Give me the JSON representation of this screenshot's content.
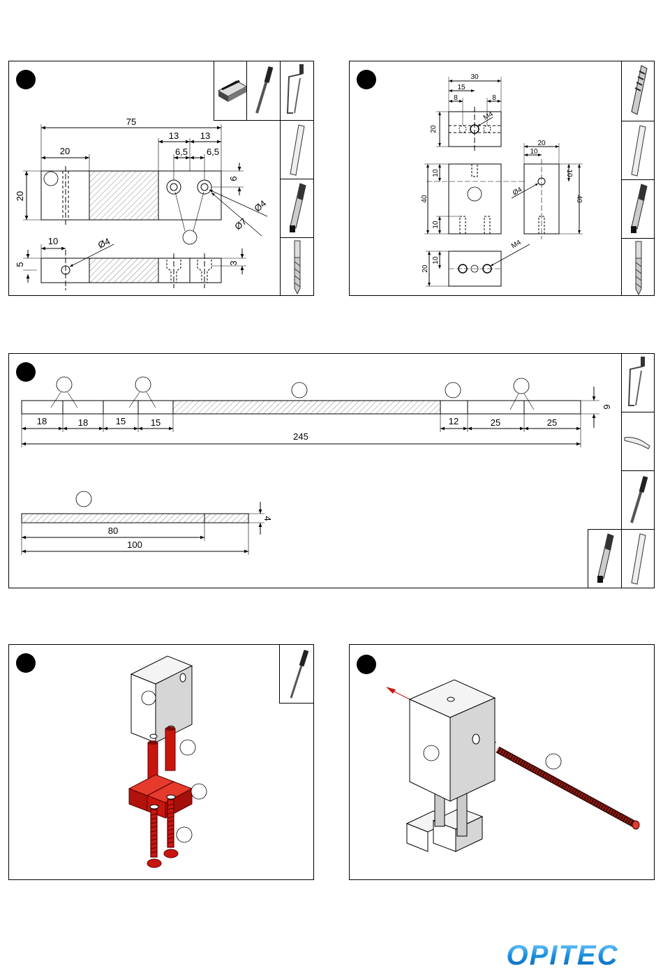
{
  "steps": {
    "step1": {
      "dims": {
        "len75": "75",
        "len20": "20",
        "len13a": "13",
        "len13b": "13",
        "len6_5a": "6,5",
        "len6_5b": "6,5",
        "h20": "20",
        "h6": "6",
        "d4": "Ø4",
        "d7": "Ø7",
        "len10": "10",
        "d4b": "Ø4",
        "h5": "5",
        "h3": "3"
      }
    },
    "step2": {
      "dims": {
        "w30": "30",
        "w15": "15",
        "w8a": "8",
        "w8b": "8",
        "m4a": "M4",
        "h20a": "20",
        "w20": "20",
        "w10": "10",
        "h10a": "10",
        "h10b": "10",
        "d4": "Ø4",
        "h40a": "40",
        "h40b": "40",
        "h10c": "10",
        "m4b": "M4",
        "h10d": "10",
        "h20b": "20"
      }
    },
    "step3": {
      "dims": {
        "s18a": "18",
        "s18b": "18",
        "s15a": "15",
        "s15b": "15",
        "s12": "12",
        "s25a": "25",
        "s25b": "25",
        "total245": "245",
        "h6": "6",
        "s80": "80",
        "total100": "100",
        "h4": "4"
      }
    }
  },
  "brand": {
    "logo_text": "OPITEC",
    "color": "#1a8fe0"
  },
  "colors": {
    "red_part": "#c8160f",
    "gray_part": "#cfcfcf"
  }
}
